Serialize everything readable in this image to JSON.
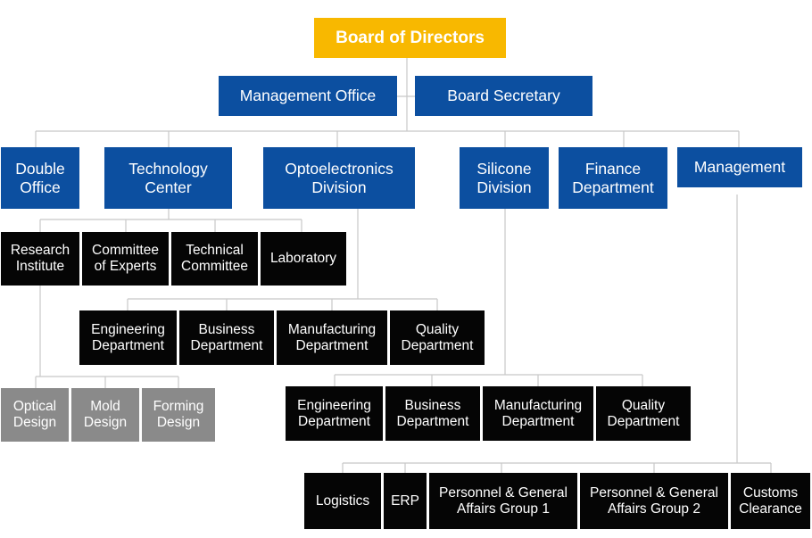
{
  "board": "Board of Directors",
  "management_office": "Management Office",
  "board_secretary": "Board Secretary",
  "divisions": {
    "double_office": "Double\nOffice",
    "technology_center": "Technology\nCenter",
    "optoelectronics_division": "Optoelectronics\nDivision",
    "silicone_division": "Silicone\nDivision",
    "finance_department": "Finance\nDepartment",
    "management": "Management"
  },
  "technology_center_units": {
    "research_institute": "Research\nInstitute",
    "committee_of_experts": "Committee\nof Experts",
    "technical_committee": "Technical\nCommittee",
    "laboratory": "Laboratory"
  },
  "research_institute_units": {
    "optical_design": "Optical\nDesign",
    "mold_design": "Mold\nDesign",
    "forming_design": "Forming\nDesign"
  },
  "optoelectronics_units": {
    "engineering": "Engineering\nDepartment",
    "business": "Business\nDepartment",
    "manufacturing": "Manufacturing\nDepartment",
    "quality": "Quality\nDepartment"
  },
  "silicone_units": {
    "engineering": "Engineering\nDepartment",
    "business": "Business\nDepartment",
    "manufacturing": "Manufacturing\nDepartment",
    "quality": "Quality\nDepartment"
  },
  "management_units": {
    "logistics": "Logistics",
    "erp": "ERP",
    "personnel_group_1": "Personnel & General\nAffairs Group 1",
    "personnel_group_2": "Personnel & General\nAffairs Group 2",
    "customs_clearance": "Customs\nClearance"
  },
  "colors": {
    "board": "#f8b800",
    "division": "#0c4fa0",
    "unit": "#050505",
    "sub_unit": "#8a8a8a",
    "connector": "#c8c8c8"
  }
}
